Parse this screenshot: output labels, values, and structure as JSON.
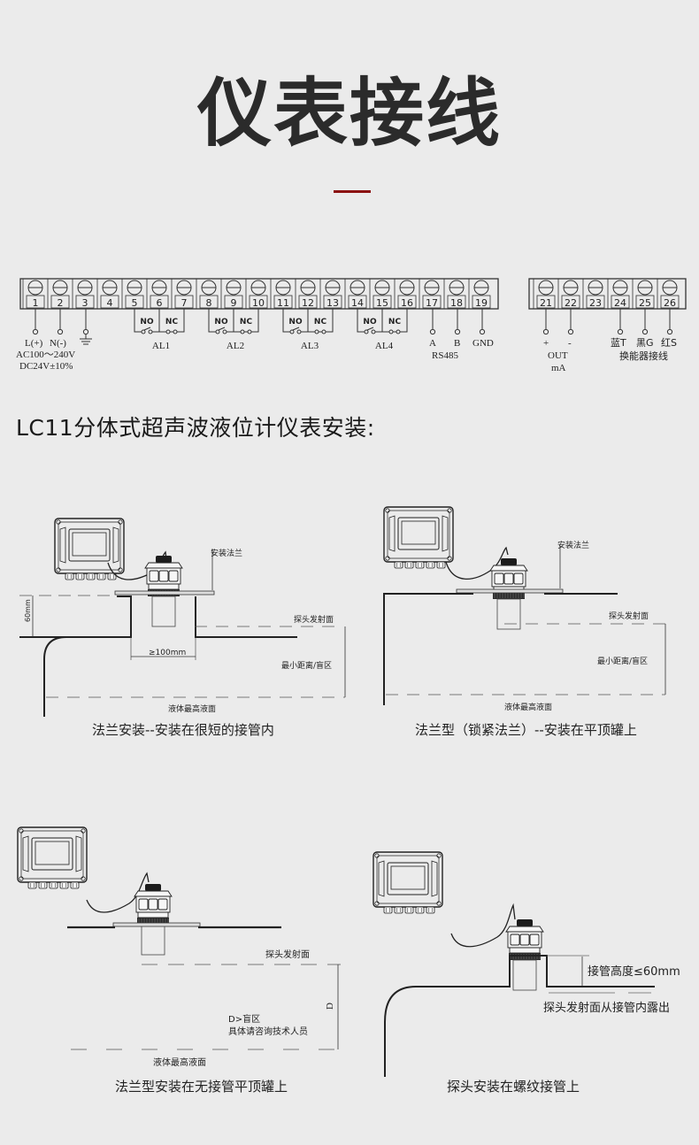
{
  "header": {
    "title": "仪表接线",
    "accent_color": "#8b1010"
  },
  "wiring": {
    "main_block": {
      "terminals": [
        "1",
        "2",
        "3",
        "4",
        "5",
        "6",
        "7",
        "8",
        "9",
        "10",
        "11",
        "12",
        "13",
        "14",
        "15",
        "16",
        "17",
        "18",
        "19"
      ]
    },
    "aux_block": {
      "terminals": [
        "21",
        "22",
        "23",
        "24",
        "25",
        "26"
      ]
    },
    "power": {
      "l_label": "L(+)",
      "n_label": "N(-)",
      "ac_label": "AC100～240V",
      "dc_label": "DC24V±10%",
      "ground_icon": "ground-icon"
    },
    "relays": [
      {
        "name": "AL1",
        "no": "NO",
        "nc": "NC"
      },
      {
        "name": "AL2",
        "no": "NO",
        "nc": "NC"
      },
      {
        "name": "AL3",
        "no": "NO",
        "nc": "NC"
      },
      {
        "name": "AL4",
        "no": "NO",
        "nc": "NC"
      }
    ],
    "rs485": {
      "a": "A",
      "b": "B",
      "gnd": "GND",
      "label": "RS485"
    },
    "output": {
      "plus": "+",
      "minus": "-",
      "label1": "OUT",
      "label2": "mA"
    },
    "transducer": {
      "blue": "蓝T",
      "black": "黑G",
      "red": "红S",
      "label": "换能器接线"
    }
  },
  "install": {
    "heading": "LC11分体式超声波液位计仪表安装:",
    "diagrams": [
      {
        "flange_label": "安装法兰",
        "height_label": "60mm",
        "emit_label": "探头发射面",
        "pipe_label": "≥100mm",
        "blind_label": "最小距离/盲区",
        "liquid_label": "液体最高液面",
        "caption": "法兰安装--安装在很短的接管内"
      },
      {
        "flange_label": "安装法兰",
        "emit_label": "探头发射面",
        "blind_label": "最小距离/盲区",
        "liquid_label": "液体最高液面",
        "caption": "法兰型（锁紧法兰）--安装在平顶罐上"
      },
      {
        "emit_label": "探头发射面",
        "d_label": "D",
        "note1": "D>盲区",
        "note2": "具体请咨询技术人员",
        "liquid_label": "液体最高液面",
        "caption": "法兰型安装在无接管平顶罐上"
      },
      {
        "height_label": "接管高度≤60mm",
        "emit_label": "探头发射面从接管内露出",
        "caption": "探头安装在螺纹接管上"
      }
    ]
  }
}
